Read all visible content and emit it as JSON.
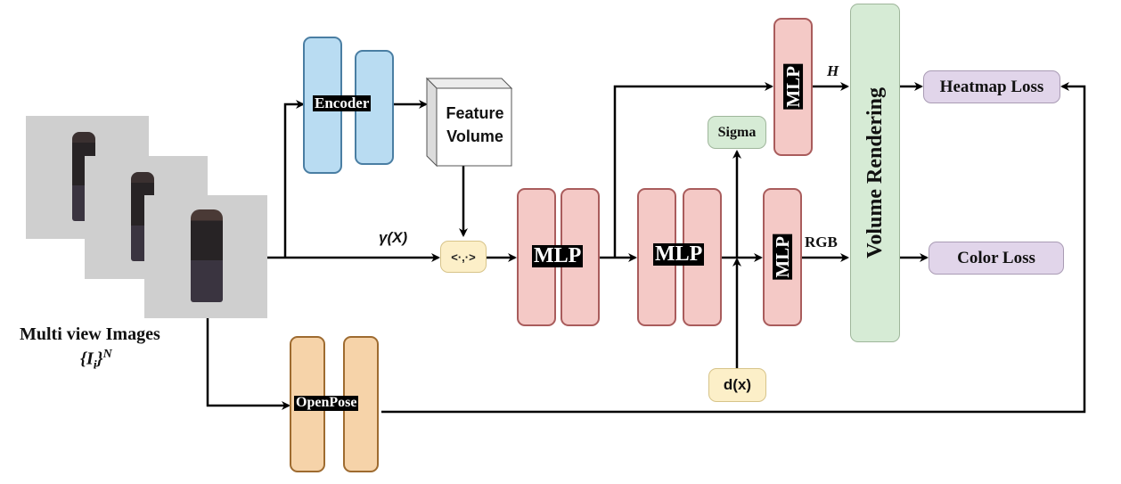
{
  "diagram": {
    "input": {
      "label": "Multi view Images",
      "formula_base": "{I",
      "formula_sub": "i",
      "formula_close": "}",
      "formula_sup": "N",
      "view_count": 3
    },
    "encoder": {
      "label": "Encoder"
    },
    "feature_volume": {
      "line1": "Feature",
      "line2": "Volume"
    },
    "positional": {
      "label": "γ(X)"
    },
    "inner_product": {
      "label": "<·,·>"
    },
    "mlp1": {
      "label": "MLP"
    },
    "mlp2": {
      "label": "MLP"
    },
    "mlp_heatmap": {
      "label": "MLP"
    },
    "mlp_rgb": {
      "label": "MLP"
    },
    "sigma": {
      "label": "Sigma"
    },
    "direction": {
      "label": "d(x)"
    },
    "edge_labels": {
      "heatmap": "H",
      "rgb": "RGB"
    },
    "volume_rendering": {
      "label": "Volume Rendering"
    },
    "heatmap_loss": {
      "label": "Heatmap Loss"
    },
    "color_loss": {
      "label": "Color Loss"
    },
    "openpose": {
      "label": "OpenPose"
    },
    "colors": {
      "encoder": "#b9dcf2",
      "mlp": "#f4c9c6",
      "openpose": "#f6d3a9",
      "render": "#d6ebd5",
      "loss": "#e1d5ea",
      "op": "#fcefc8"
    }
  }
}
